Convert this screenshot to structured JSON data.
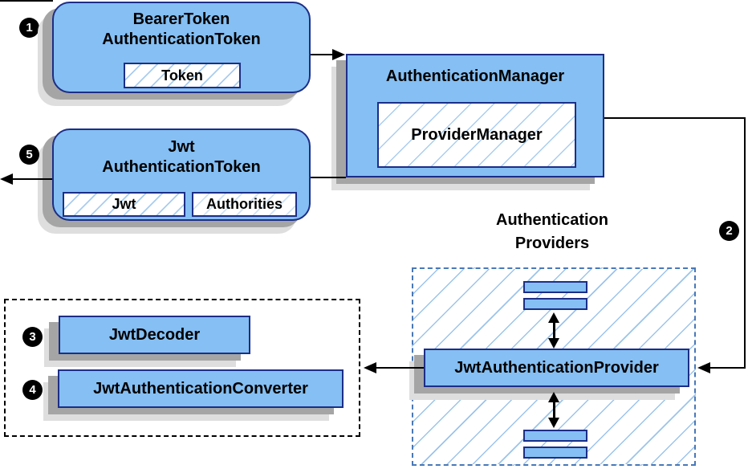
{
  "colors": {
    "node_fill": "#85bff3",
    "node_border": "#1c2e87",
    "hatch_line": "#a9cdef",
    "hatch_line_light": "#cfe2f5",
    "providers_hatch": "#9cc4ea",
    "shadow_dark": "#a5a5a5",
    "shadow_light": "#dedede",
    "dashed_blue": "#4878b8",
    "wire": "#000000",
    "badge_bg": "#000000",
    "badge_fg": "#ffffff"
  },
  "badges": {
    "step1": "1",
    "step2": "2",
    "step3": "3",
    "step4": "4",
    "step5": "5"
  },
  "nodes": {
    "bearer_token": {
      "title1": "BearerToken",
      "title2": "AuthenticationToken",
      "chip": "Token"
    },
    "authentication_manager": {
      "title": "AuthenticationManager",
      "chip": "ProviderManager"
    },
    "jwt_authentication_token": {
      "title1": "Jwt",
      "title2": "AuthenticationToken",
      "chip_jwt": "Jwt",
      "chip_authorities": "Authorities"
    },
    "providers_group": {
      "label1": "Authentication",
      "label2": "Providers",
      "provider": "JwtAuthenticationProvider"
    },
    "decoder_group": {
      "decoder": "JwtDecoder",
      "converter": "JwtAuthenticationConverter"
    }
  }
}
